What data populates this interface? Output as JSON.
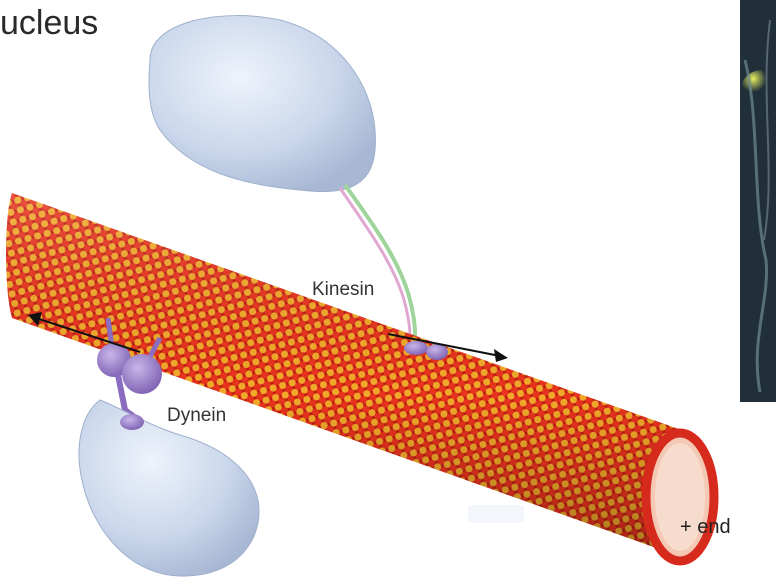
{
  "figure": {
    "title_fragment": "ucleus",
    "labels": {
      "kinesin": "Kinesin",
      "dynein": "Dynein",
      "plus_end": "+ end"
    },
    "colors": {
      "tubulin_red": "#d8281a",
      "tubulin_orange": "#f0a020",
      "vesicle": "#c8d6ec",
      "motor_protein": "#9a7fc6",
      "inset_dark": "#1c2830"
    },
    "inset": "fluorescence-microscopy-image"
  }
}
